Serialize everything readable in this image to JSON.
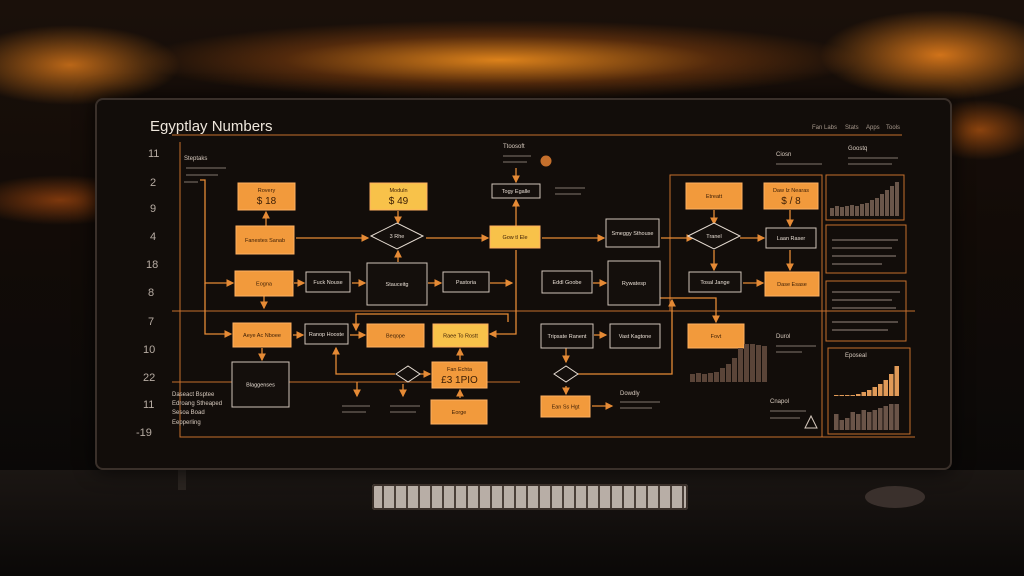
{
  "title": "Egyptlay Numbers",
  "nav": [
    "Fan Labs",
    "Stats",
    "Apps",
    "Tools"
  ],
  "axis_numbers": [
    "11",
    "2",
    "9",
    "4",
    "18",
    "8",
    "7",
    "10",
    "22",
    "11",
    "-19"
  ],
  "notes": {
    "top_left": "Steptaks",
    "top_center": "Ttoosoft",
    "top_right_1": "Ciosn",
    "top_right_2": "Goostq",
    "bottom_left_1": "Daseact Bsptee",
    "bottom_left_2": "Edroang Stheaped",
    "bottom_left_3": "Sesoa Boad",
    "bottom_left_4": "Eepperling",
    "dowdly": "Dowdly",
    "crapnl": "Cnapol",
    "durol": "Durol",
    "eposal": "Eposeal"
  },
  "nodes": {
    "a_label": "Rovery",
    "a_value": "$ 18",
    "b_label": "Moduln",
    "b_value": "$ 49",
    "c": "Fanestes Sanab",
    "d": "3 Rhe",
    "e": "Gow tl Ele",
    "f": "Togy Egalle",
    "g": "Eogna",
    "h": "Fuck Nouse",
    "i": "Stauceitg",
    "j": "Pastoria",
    "k": "Smeggy Sthouse",
    "l": "Tranel",
    "m": "Laan Raser",
    "n_label": "Etreatt",
    "o_label": "Daw Iz Nearas",
    "o_value": "$ / 8",
    "p": "Eddl Goobe",
    "q": "Rywatesp",
    "r": "Tosal Jange",
    "s": "Dase Esase",
    "t": "Aeye Ac Nboee",
    "u": "Ranop Hooste",
    "v": "Beqope",
    "w": "Raee To Rostt",
    "x": "Blaggenses",
    "z_label": "Fan Echta",
    "z_value": "£3 1PIO",
    "aa": "Eorge",
    "ab": "Tripsate Ranent",
    "ac": "Vast Kagtone",
    "ae": "Ean Ss Hgt",
    "af": "Fovt"
  },
  "colors": {
    "orange": "#f29a3c",
    "yellow": "#f8c24a",
    "line": "#e58a35",
    "bg": "#0f0b09"
  }
}
